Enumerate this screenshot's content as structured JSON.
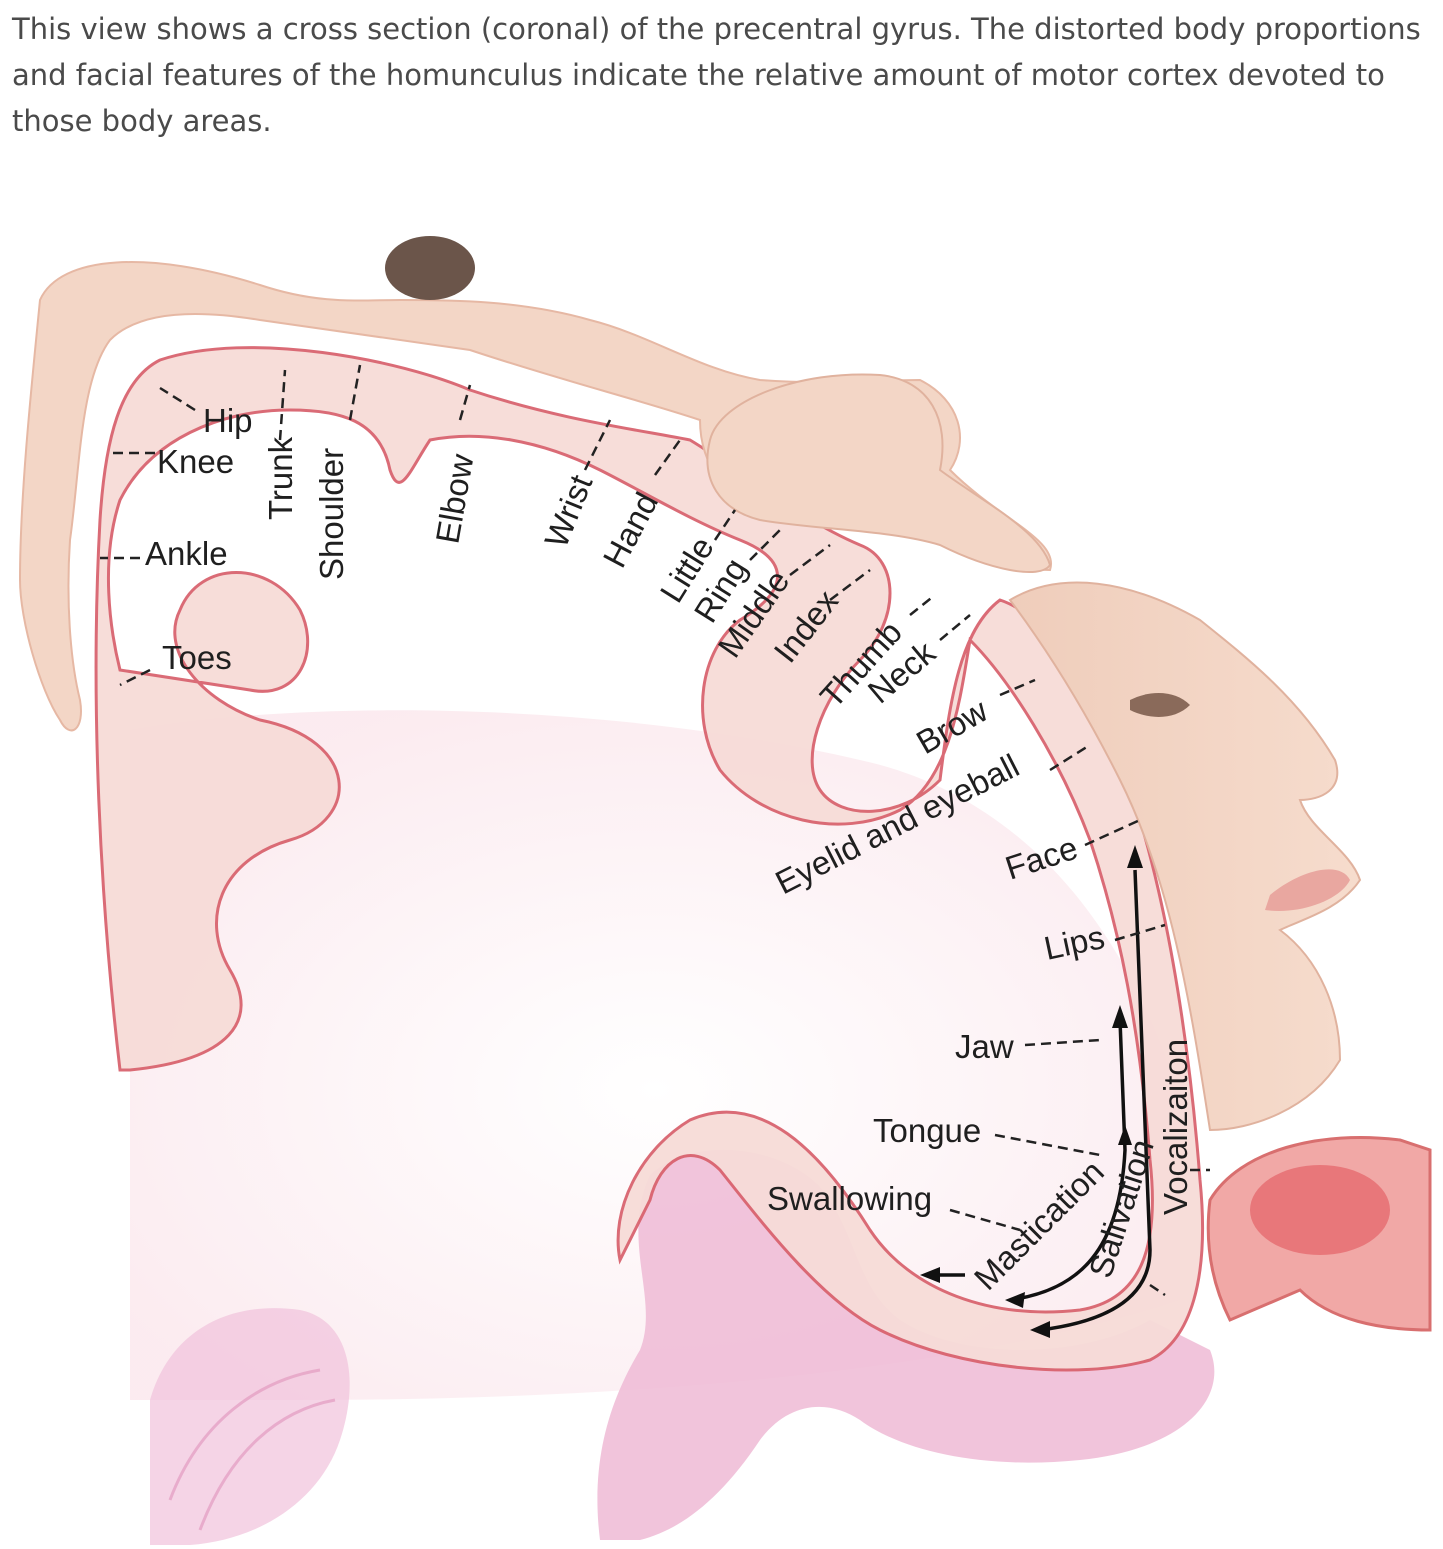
{
  "caption": "This view shows a cross section (coronal) of the precentral gyrus. The distorted body proportions and facial features of the homunculus indicate the relative amount of motor cortex devoted to those body areas.",
  "labels": {
    "hip": "Hip",
    "knee": "Knee",
    "ankle": "Ankle",
    "toes": "Toes",
    "trunk": "Trunk",
    "shoulder": "Shoulder",
    "elbow": "Elbow",
    "wrist": "Wrist",
    "hand": "Hand",
    "little": "Little",
    "ring": "Ring",
    "middle": "Middle",
    "index": "Index",
    "thumb": "Thumb",
    "neck": "Neck",
    "brow": "Brow",
    "eyelid": "Eyelid and eyeball",
    "face": "Face",
    "lips": "Lips",
    "jaw": "Jaw",
    "tongue": "Tongue",
    "swallowing": "Swallowing",
    "mastication": "Mastication",
    "salivation": "Salivation",
    "vocalization": "Vocalizaiton"
  },
  "colors": {
    "skin": "#f3d6c6",
    "cortex_fill": "#f8dede",
    "cortex_outline": "#d9646f",
    "deep_pink": "#ecaccd",
    "hair": "#6b554a"
  }
}
